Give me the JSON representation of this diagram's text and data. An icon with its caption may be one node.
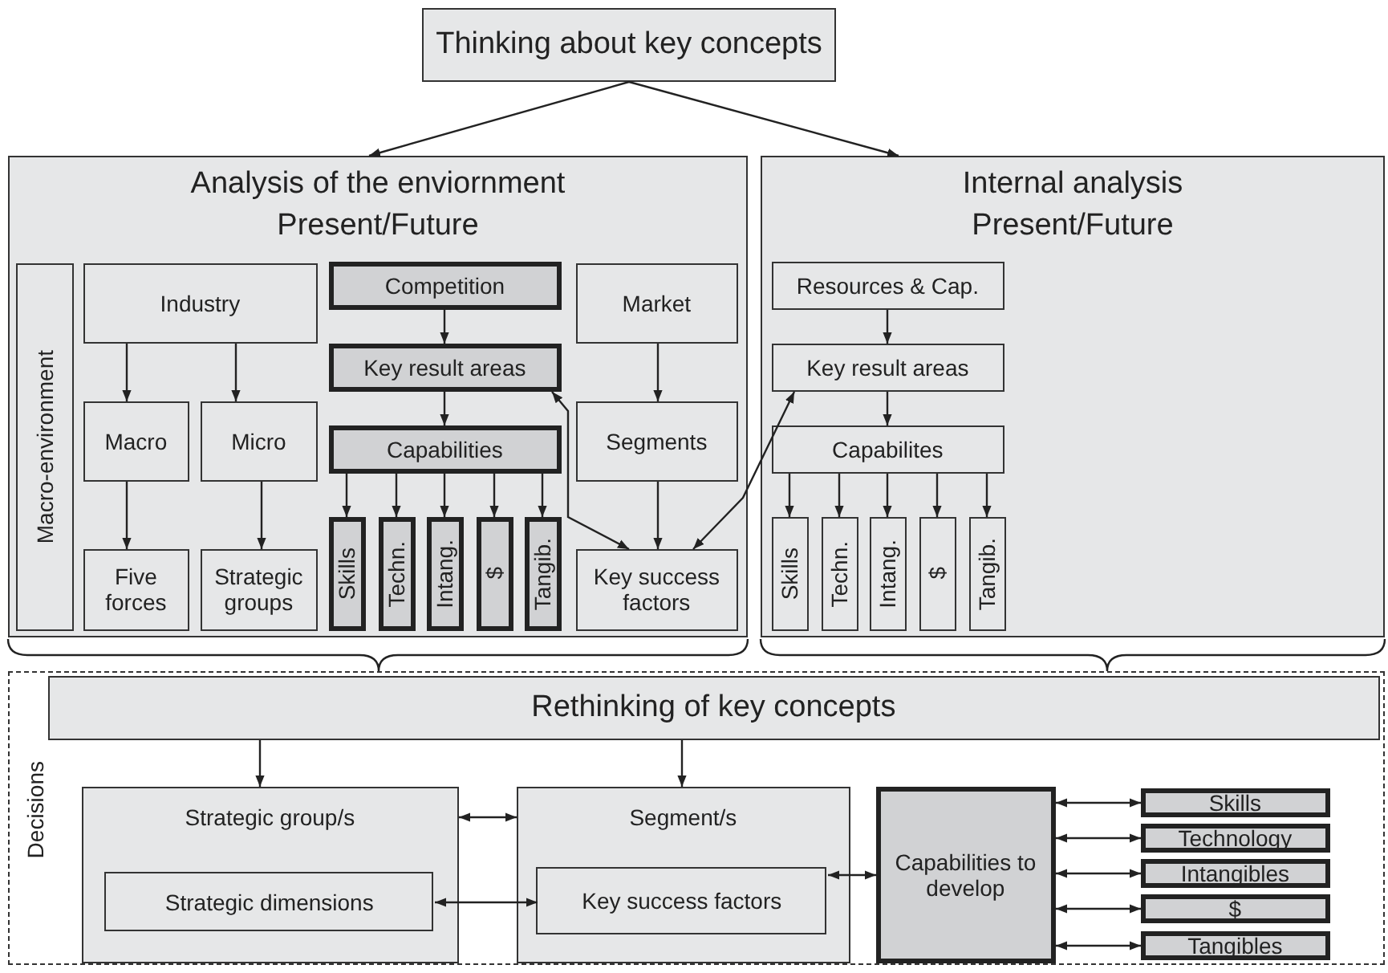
{
  "diagram": {
    "nodes": [
      {
        "text": [
          "Thinking about key concepts"
        ]
      },
      {
        "text": [
          "Analysis of the enviornment",
          "Present/Future"
        ]
      },
      {
        "text": [
          "Macro-environment"
        ],
        "in": 1
      },
      {
        "text": [
          "Industry"
        ],
        "in": 1
      },
      {
        "text": [
          "Competition"
        ],
        "in": 1
      },
      {
        "text": [
          "Market"
        ],
        "in": 1
      },
      {
        "text": [
          "Macro"
        ],
        "in": 1
      },
      {
        "text": [
          "Micro"
        ],
        "in": 1
      },
      {
        "text": [
          "Key result areas"
        ],
        "in": 1
      },
      {
        "text": [
          "Capabilities"
        ],
        "in": 1
      },
      {
        "text": [
          "Segments"
        ],
        "in": 1
      },
      {
        "text": [
          "Five forces"
        ],
        "in": 1
      },
      {
        "text": [
          "Strategic groups"
        ],
        "in": 1
      },
      {
        "text": [
          "Skills"
        ],
        "in": 1
      },
      {
        "text": [
          "Techn."
        ],
        "in": 1
      },
      {
        "text": [
          "Intang."
        ],
        "in": 1
      },
      {
        "text": [
          "$"
        ],
        "in": 1
      },
      {
        "text": [
          "Tangib."
        ],
        "in": 1
      },
      {
        "text": [
          "Key success factors"
        ],
        "in": 1
      },
      {
        "text": [
          "Internal analysis",
          "Present/Future"
        ]
      },
      {
        "text": [
          "Resources & Cap."
        ],
        "in": 19
      },
      {
        "text": [
          "Key result areas"
        ],
        "in": 19
      },
      {
        "text": [
          "Capabilites"
        ],
        "in": 19
      },
      {
        "text": [
          "Skills"
        ],
        "in": 19
      },
      {
        "text": [
          "Techn."
        ],
        "in": 19
      },
      {
        "text": [
          "Intang."
        ],
        "in": 19
      },
      {
        "text": [
          "$"
        ],
        "in": 19
      },
      {
        "text": [
          "Tangib."
        ],
        "in": 19
      },
      {
        "text": [
          "Decisions"
        ]
      },
      {
        "text": [
          "Rethinking of key concepts"
        ],
        "in": 28
      },
      {
        "text": [
          "Strategic group/s"
        ],
        "in": 28
      },
      {
        "text": [
          "Strategic dimensions"
        ],
        "in": 30
      },
      {
        "text": [
          "Segment/s"
        ],
        "in": 28
      },
      {
        "text": [
          "Key success factors"
        ],
        "in": 32
      },
      {
        "text": [
          "Capabilities to develop"
        ],
        "in": 28
      },
      {
        "text": [
          "Skills"
        ],
        "in": 28
      },
      {
        "text": [
          "Technology"
        ],
        "in": 28
      },
      {
        "text": [
          "Intangibles"
        ],
        "in": 28
      },
      {
        "text": [
          "$"
        ],
        "in": 28
      },
      {
        "text": [
          "Tangibles"
        ],
        "in": 28
      }
    ],
    "edges": [
      {
        "from": 0,
        "to": 1,
        "arrow": "to"
      },
      {
        "from": 0,
        "to": 19,
        "arrow": "to"
      },
      {
        "from": 3,
        "to": 6,
        "arrow": "to"
      },
      {
        "from": 3,
        "to": 7,
        "arrow": "to"
      },
      {
        "from": 4,
        "to": 8,
        "arrow": "to"
      },
      {
        "from": 8,
        "to": 9,
        "arrow": "to"
      },
      {
        "from": 5,
        "to": 10,
        "arrow": "to"
      },
      {
        "from": 6,
        "to": 11,
        "arrow": "to"
      },
      {
        "from": 7,
        "to": 12,
        "arrow": "to"
      },
      {
        "from": 9,
        "to": 13,
        "arrow": "to"
      },
      {
        "from": 9,
        "to": 14,
        "arrow": "to"
      },
      {
        "from": 9,
        "to": 15,
        "arrow": "to"
      },
      {
        "from": 9,
        "to": 16,
        "arrow": "to"
      },
      {
        "from": 9,
        "to": 17,
        "arrow": "to"
      },
      {
        "from": 10,
        "to": 18,
        "arrow": "to"
      },
      {
        "from": 8,
        "to": 18,
        "arrow": "both"
      },
      {
        "from": 18,
        "to": 21,
        "arrow": "both"
      },
      {
        "from": 20,
        "to": 21,
        "arrow": "to"
      },
      {
        "from": 21,
        "to": 22,
        "arrow": "to"
      },
      {
        "from": 22,
        "to": 23,
        "arrow": "to"
      },
      {
        "from": 22,
        "to": 24,
        "arrow": "to"
      },
      {
        "from": 22,
        "to": 25,
        "arrow": "to"
      },
      {
        "from": 22,
        "to": 26,
        "arrow": "to"
      },
      {
        "from": 22,
        "to": 27,
        "arrow": "to"
      },
      {
        "from": 29,
        "to": 30,
        "arrow": "to"
      },
      {
        "from": 29,
        "to": 32,
        "arrow": "to"
      },
      {
        "from": 30,
        "to": 32,
        "arrow": "both"
      },
      {
        "from": 31,
        "to": 33,
        "arrow": "both"
      },
      {
        "from": 33,
        "to": 34,
        "arrow": "both"
      },
      {
        "from": 34,
        "to": 35,
        "arrow": "both"
      },
      {
        "from": 34,
        "to": 36,
        "arrow": "both"
      },
      {
        "from": 34,
        "to": 37,
        "arrow": "both"
      },
      {
        "from": 34,
        "to": 38,
        "arrow": "both"
      },
      {
        "from": 34,
        "to": 39,
        "arrow": "both"
      }
    ]
  }
}
